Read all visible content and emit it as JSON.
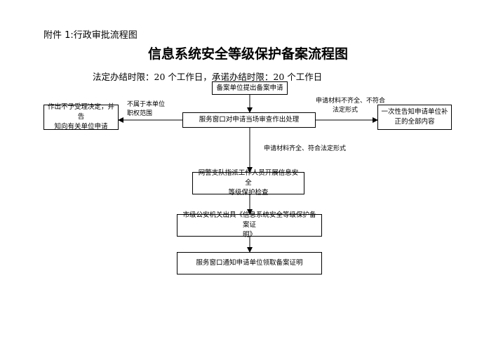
{
  "header": {
    "attachment": "附件 1:行政审批流程图",
    "title": "信息系统安全等级保护备案流程图",
    "time_limit": "法定办结时限：20 个工作日，承诺办结时限：20 个工作日"
  },
  "boxes": {
    "submit": "备案单位提出备案申请",
    "review": "服务窗口对申请当场审查作出处理",
    "reject": [
      "作出不予受理决定，并告",
      "知向有关单位申请"
    ],
    "notify_supplement": [
      "一次性告知申请单位补",
      "正的全部内容"
    ],
    "inspection": [
      "网警支队指派工作人员开展信息安全",
      "等级保护检查"
    ],
    "certificate": [
      "市级公安机关出具《信息系统安全等级保护备案证",
      "明》"
    ],
    "collect": "服务窗口通知申请单位领取备案证明"
  },
  "labels": {
    "out_of_scope": [
      "不属于本单位",
      "职权范围"
    ],
    "incomplete": [
      "申请材料不齐全、不符合",
      "法定形式"
    ],
    "complete": "申请材料齐全、符合法定形式"
  }
}
